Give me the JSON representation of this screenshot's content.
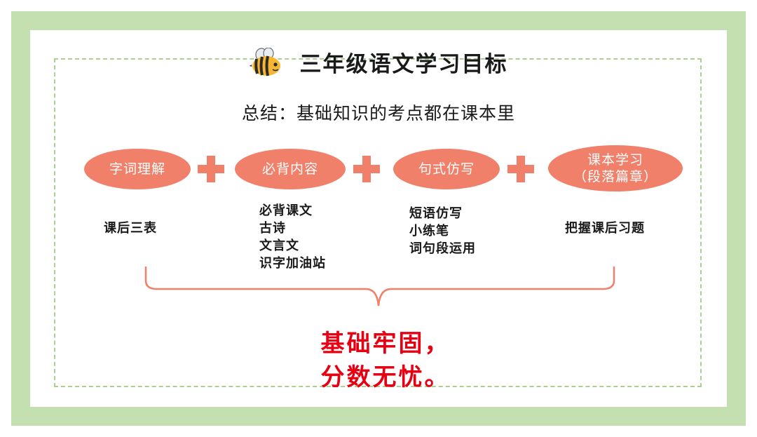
{
  "header": {
    "title": "三年级语文学习目标",
    "subtitle": "总结：基础知识的考点都在课本里"
  },
  "flow": {
    "items": [
      {
        "label": "字词理解",
        "sublabel": ""
      },
      {
        "label": "必背内容",
        "sublabel": ""
      },
      {
        "label": "句式仿写",
        "sublabel": ""
      },
      {
        "label": "课本学习",
        "sublabel": "（段落篇章）"
      }
    ],
    "details": [
      [
        "课后三表"
      ],
      [
        "必背课文",
        "古诗",
        "文言文",
        "识字加油站"
      ],
      [
        "短语仿写",
        "小练笔",
        "词句段运用"
      ],
      [
        "把握课后习题"
      ]
    ]
  },
  "conclusion": {
    "line1": "基础牢固，",
    "line2": "分数无忧。"
  },
  "colors": {
    "frame": "#c5e0b0",
    "accent": "#f0806a",
    "conclusion": "#e60012"
  },
  "icons": [
    "bee-icon",
    "plus-icon"
  ]
}
